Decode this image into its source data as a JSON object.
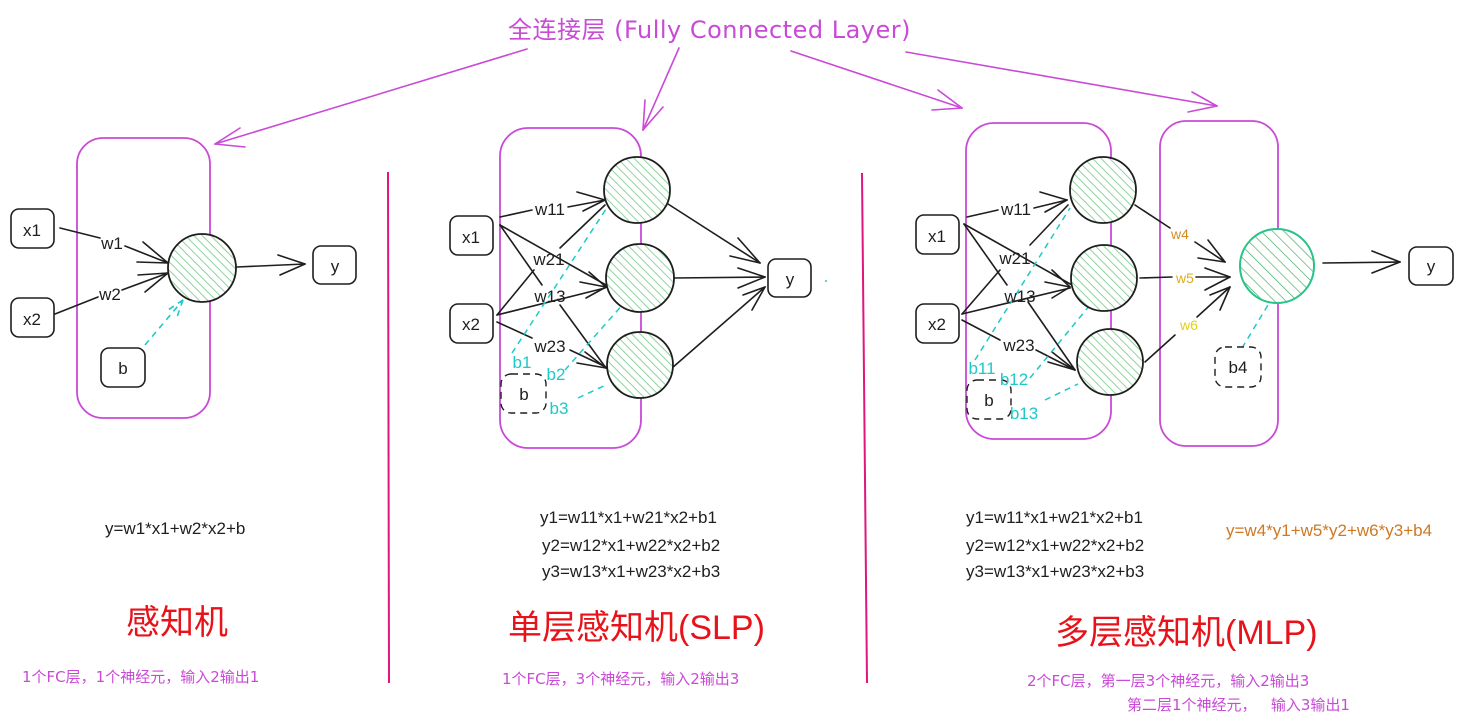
{
  "header": {
    "title": "全连接层 (Fully Connected Layer)"
  },
  "colors": {
    "accent_magenta": "#c94ad6",
    "separator": "#e0157e",
    "neuron_fill": "#6cc27e",
    "mlp_output_neuron": "#27c48a",
    "bias_cyan": "#1dc9c9",
    "title_red": "#e8131a",
    "w4": "#d68a22",
    "w5": "#dcae1c",
    "w6": "#e2cf16",
    "mlp_output_formula": "#cf7822"
  },
  "perceptron": {
    "inputs": [
      "x1",
      "x2"
    ],
    "weights": [
      "w1",
      "w2"
    ],
    "bias": "b",
    "output": "y",
    "formula": "y=w1*x1+w2*x2+b",
    "title": "感知机",
    "note": "1个FC层，1个神经元，输入2输出1"
  },
  "slp": {
    "inputs": [
      "x1",
      "x2"
    ],
    "weights": [
      "w11",
      "w21",
      "w13",
      "w23"
    ],
    "biases": [
      "b1",
      "b2",
      "b3"
    ],
    "bias_box": "b",
    "output": "y",
    "formulas": [
      "y1=w11*x1+w21*x2+b1",
      "y2=w12*x1+w22*x2+b2",
      "y3=w13*x1+w23*x2+b3"
    ],
    "title": "单层感知机(SLP)",
    "note": "1个FC层，3个神经元，输入2输出3"
  },
  "mlp": {
    "inputs": [
      "x1",
      "x2"
    ],
    "weights": [
      "w11",
      "w21",
      "w13",
      "w23"
    ],
    "biases": [
      "b11",
      "b12",
      "b13"
    ],
    "bias_box": "b",
    "layer2_weights": [
      "w4",
      "w5",
      "w6"
    ],
    "layer2_bias": "b4",
    "output": "y",
    "formulas": [
      "y1=w11*x1+w21*x2+b1",
      "y2=w12*x1+w22*x2+b2",
      "y3=w13*x1+w23*x2+b3"
    ],
    "output_formula": "y=w4*y1+w5*y2+w6*y3+b4",
    "title": "多层感知机(MLP)",
    "note_line1": "2个FC层，第一层3个神经元，输入2输出3",
    "note_line2": "第二层1个神经元，   输入3输出1"
  }
}
